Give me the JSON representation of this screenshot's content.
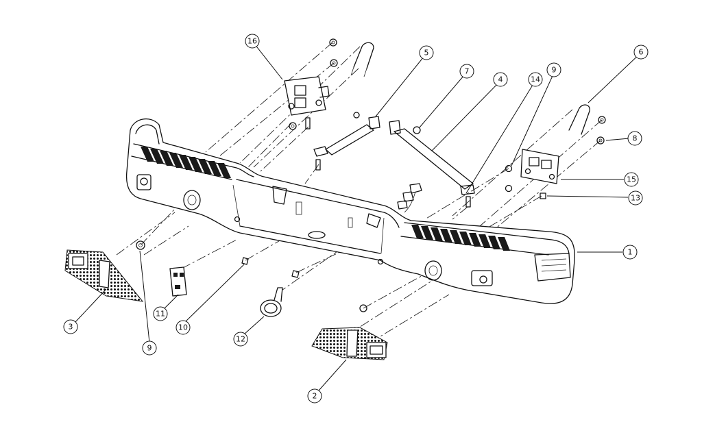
{
  "diagram": {
    "callouts": [
      {
        "id": "c1",
        "label": "1"
      },
      {
        "id": "c2",
        "label": "2"
      },
      {
        "id": "c3",
        "label": "3"
      },
      {
        "id": "c4",
        "label": "4"
      },
      {
        "id": "c5",
        "label": "5"
      },
      {
        "id": "c6",
        "label": "6"
      },
      {
        "id": "c7",
        "label": "7"
      },
      {
        "id": "c8",
        "label": "8"
      },
      {
        "id": "c9a",
        "label": "9"
      },
      {
        "id": "c9b",
        "label": "9"
      },
      {
        "id": "c10",
        "label": "10"
      },
      {
        "id": "c11",
        "label": "11"
      },
      {
        "id": "c12",
        "label": "12"
      },
      {
        "id": "c13",
        "label": "13"
      },
      {
        "id": "c14",
        "label": "14"
      },
      {
        "id": "c15",
        "label": "15"
      },
      {
        "id": "c16",
        "label": "16"
      }
    ]
  }
}
